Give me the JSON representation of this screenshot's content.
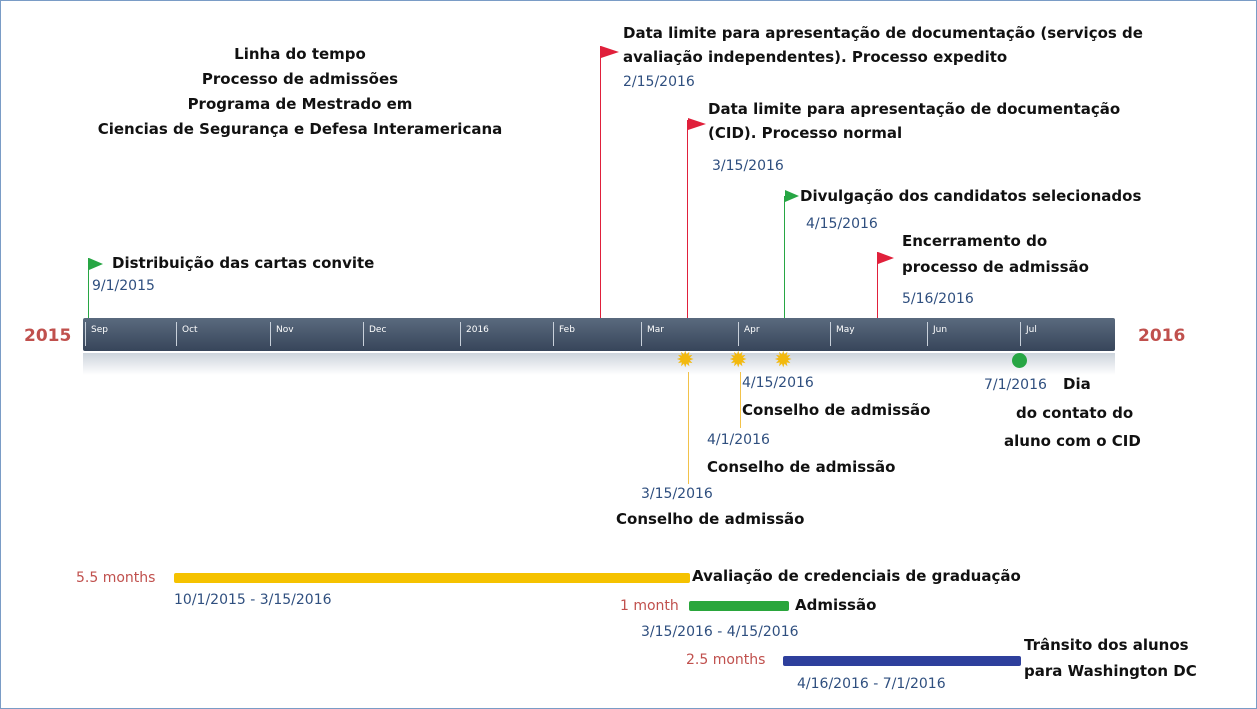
{
  "title": {
    "line1": "Linha do tempo",
    "line2": "Processo de admissões",
    "line3": "Programa de Mestrado em",
    "line4": "Ciencias de Segurança e Defesa Interamericana"
  },
  "axis": {
    "start_year": "2015",
    "end_year": "2016",
    "ticks": [
      "Sep",
      "Oct",
      "Nov",
      "Dec",
      "2016",
      "Feb",
      "Mar",
      "Apr",
      "May",
      "Jun",
      "Jul"
    ],
    "bar_color": "#3c4a5e"
  },
  "milestones": [
    {
      "label": "Distribuição das cartas convite",
      "date": "9/1/2015",
      "color": "#27a644"
    },
    {
      "label_line1": "Data limite para apresentação de documentação (serviços de",
      "label_line2": "avaliação independentes).  Processo expedito",
      "date": "2/15/2016",
      "color": "#e0203b"
    },
    {
      "label_line1": "Data limite para apresentação de documentação",
      "label_line2": "(CID). Processo normal",
      "date": "3/15/2016",
      "color": "#e0203b"
    },
    {
      "label": "Divulgação dos candidatos selecionados",
      "date": "4/15/2016",
      "color": "#27a644"
    },
    {
      "label_line1": "Encerramento do",
      "label_line2": "processo de admissão",
      "date": "5/16/2016",
      "color": "#e0203b"
    }
  ],
  "events": [
    {
      "date": "3/15/2016",
      "label": "Conselho de admissão",
      "icon": "star-burst-icon",
      "color": "#f2b90f"
    },
    {
      "date": "4/1/2016",
      "label": "Conselho de admissão",
      "icon": "star-burst-icon",
      "color": "#f2b90f"
    },
    {
      "date": "4/15/2016",
      "label": "Conselho de admissão",
      "icon": "star-burst-icon",
      "color": "#f2b90f"
    },
    {
      "date": "7/1/2016",
      "label_line1": "Dia",
      "label_line2": "do contato do",
      "label_line3": "aluno com o CID",
      "icon": "circle-icon",
      "color": "#27a644"
    }
  ],
  "spans": [
    {
      "duration": "5.5 months",
      "label": "Avaliação de credenciais de graduação",
      "dates": "10/1/2015 - 3/15/2016",
      "color": "#f5c200"
    },
    {
      "duration": "1 month",
      "label": "Admissão",
      "dates": "3/15/2016 - 4/15/2016",
      "color": "#2aa63c"
    },
    {
      "duration": "2.5 months",
      "label_line1": "Trânsito dos alunos",
      "label_line2": "para Washington  DC",
      "dates": "4/16/2016 - 7/1/2016",
      "color": "#2e3f9c"
    }
  ]
}
